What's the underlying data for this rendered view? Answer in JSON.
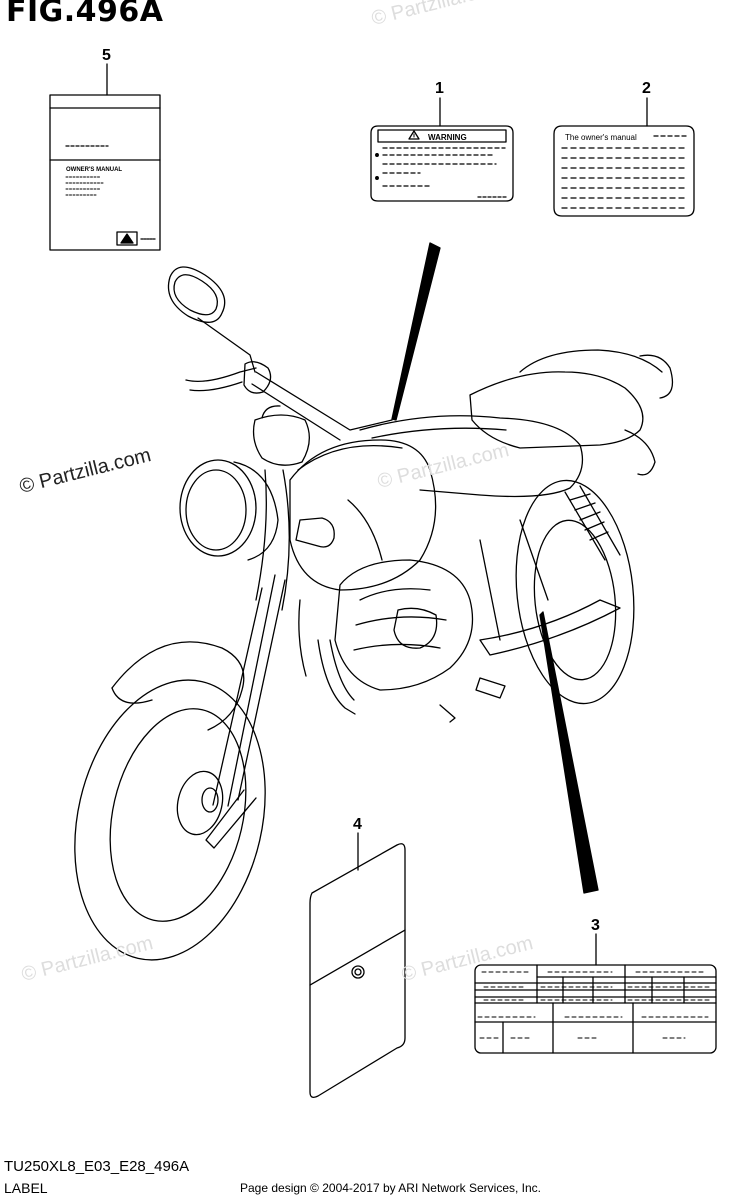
{
  "figure": {
    "title": "FIG.496A",
    "model_code": "TU250XL8_E03_E28_496A",
    "section": "LABEL",
    "credit": "Page design © 2004-2017 by ARI Network Services, Inc."
  },
  "watermark": "© Partzilla.com",
  "callouts": [
    "1",
    "2",
    "3",
    "4",
    "5"
  ],
  "labels": {
    "warning_label": {
      "heading": "WARNING"
    },
    "owners_label": {
      "heading": "The owner's manual"
    },
    "manual_booklet": {
      "heading": "OWNER'S MANUAL"
    }
  }
}
